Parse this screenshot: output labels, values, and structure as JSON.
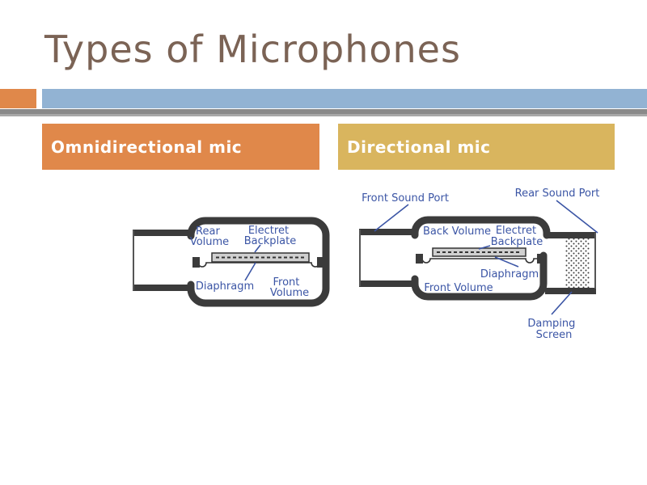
{
  "title": "Types of Microphones",
  "colors": {
    "title_text": "#7b6355",
    "accent_orange": "#e0884a",
    "accent_blue": "#92b3d3",
    "rule_gray": "#8a8a8a",
    "header_omnidirectional_bg": "#e0884a",
    "header_directional_bg": "#d9b55e",
    "header_text": "#ffffff",
    "diagram_outline": "#3b3b3b",
    "diagram_label_blue": "#3b55a5",
    "backplate_fill": "#d0d0d0"
  },
  "headers": {
    "omni_label": "Omnidirectional mic",
    "directional_label": "Directional mic"
  },
  "omni_diagram": {
    "rear_volume": [
      "Rear",
      "Volume"
    ],
    "electret_backplate": [
      "Electret",
      "Backplate"
    ],
    "diaphragm": "Diaphragm",
    "front_volume": [
      "Front",
      "Volume"
    ]
  },
  "directional_diagram": {
    "front_sound_port": "Front Sound Port",
    "rear_sound_port": "Rear Sound Port",
    "back_volume": "Back Volume",
    "electret_backplate": [
      "Electret",
      "Backplate"
    ],
    "diaphragm": "Diaphragm",
    "front_volume": "Front Volume",
    "damping_screen": [
      "Damping",
      "Screen"
    ]
  }
}
